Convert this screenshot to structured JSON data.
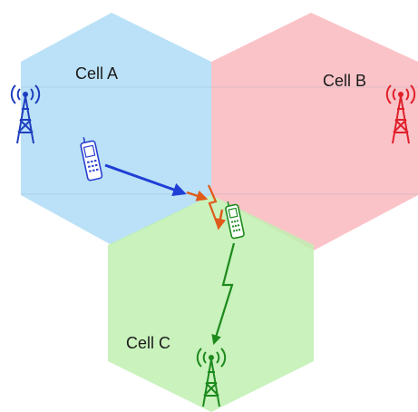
{
  "diagram": {
    "cells": [
      {
        "id": "a",
        "label": "Cell A",
        "color": "#aedcf6"
      },
      {
        "id": "b",
        "label": "Cell B",
        "color": "#f9b8be"
      },
      {
        "id": "c",
        "label": "Cell C",
        "color": "#bff0b0"
      }
    ],
    "towers": [
      {
        "cell": "a",
        "icon": "cell-tower-icon",
        "color": "#1f3fbf"
      },
      {
        "cell": "b",
        "icon": "cell-tower-icon",
        "color": "#e0202a"
      },
      {
        "cell": "c",
        "icon": "cell-tower-icon",
        "color": "#1d8a1d"
      }
    ],
    "phones": [
      {
        "position": "cell-a",
        "icon": "mobile-phone-icon",
        "color": "#2a3fd0"
      },
      {
        "position": "boundary",
        "icon": "mobile-phone-icon",
        "color": "#1d8a1d"
      }
    ],
    "links": [
      {
        "type": "handset-movement-arrow",
        "color": "#1f3ed6"
      },
      {
        "type": "handover-arrow",
        "color": "#e05a1a"
      },
      {
        "type": "radio-link",
        "color": "#1d8a1d"
      }
    ]
  }
}
